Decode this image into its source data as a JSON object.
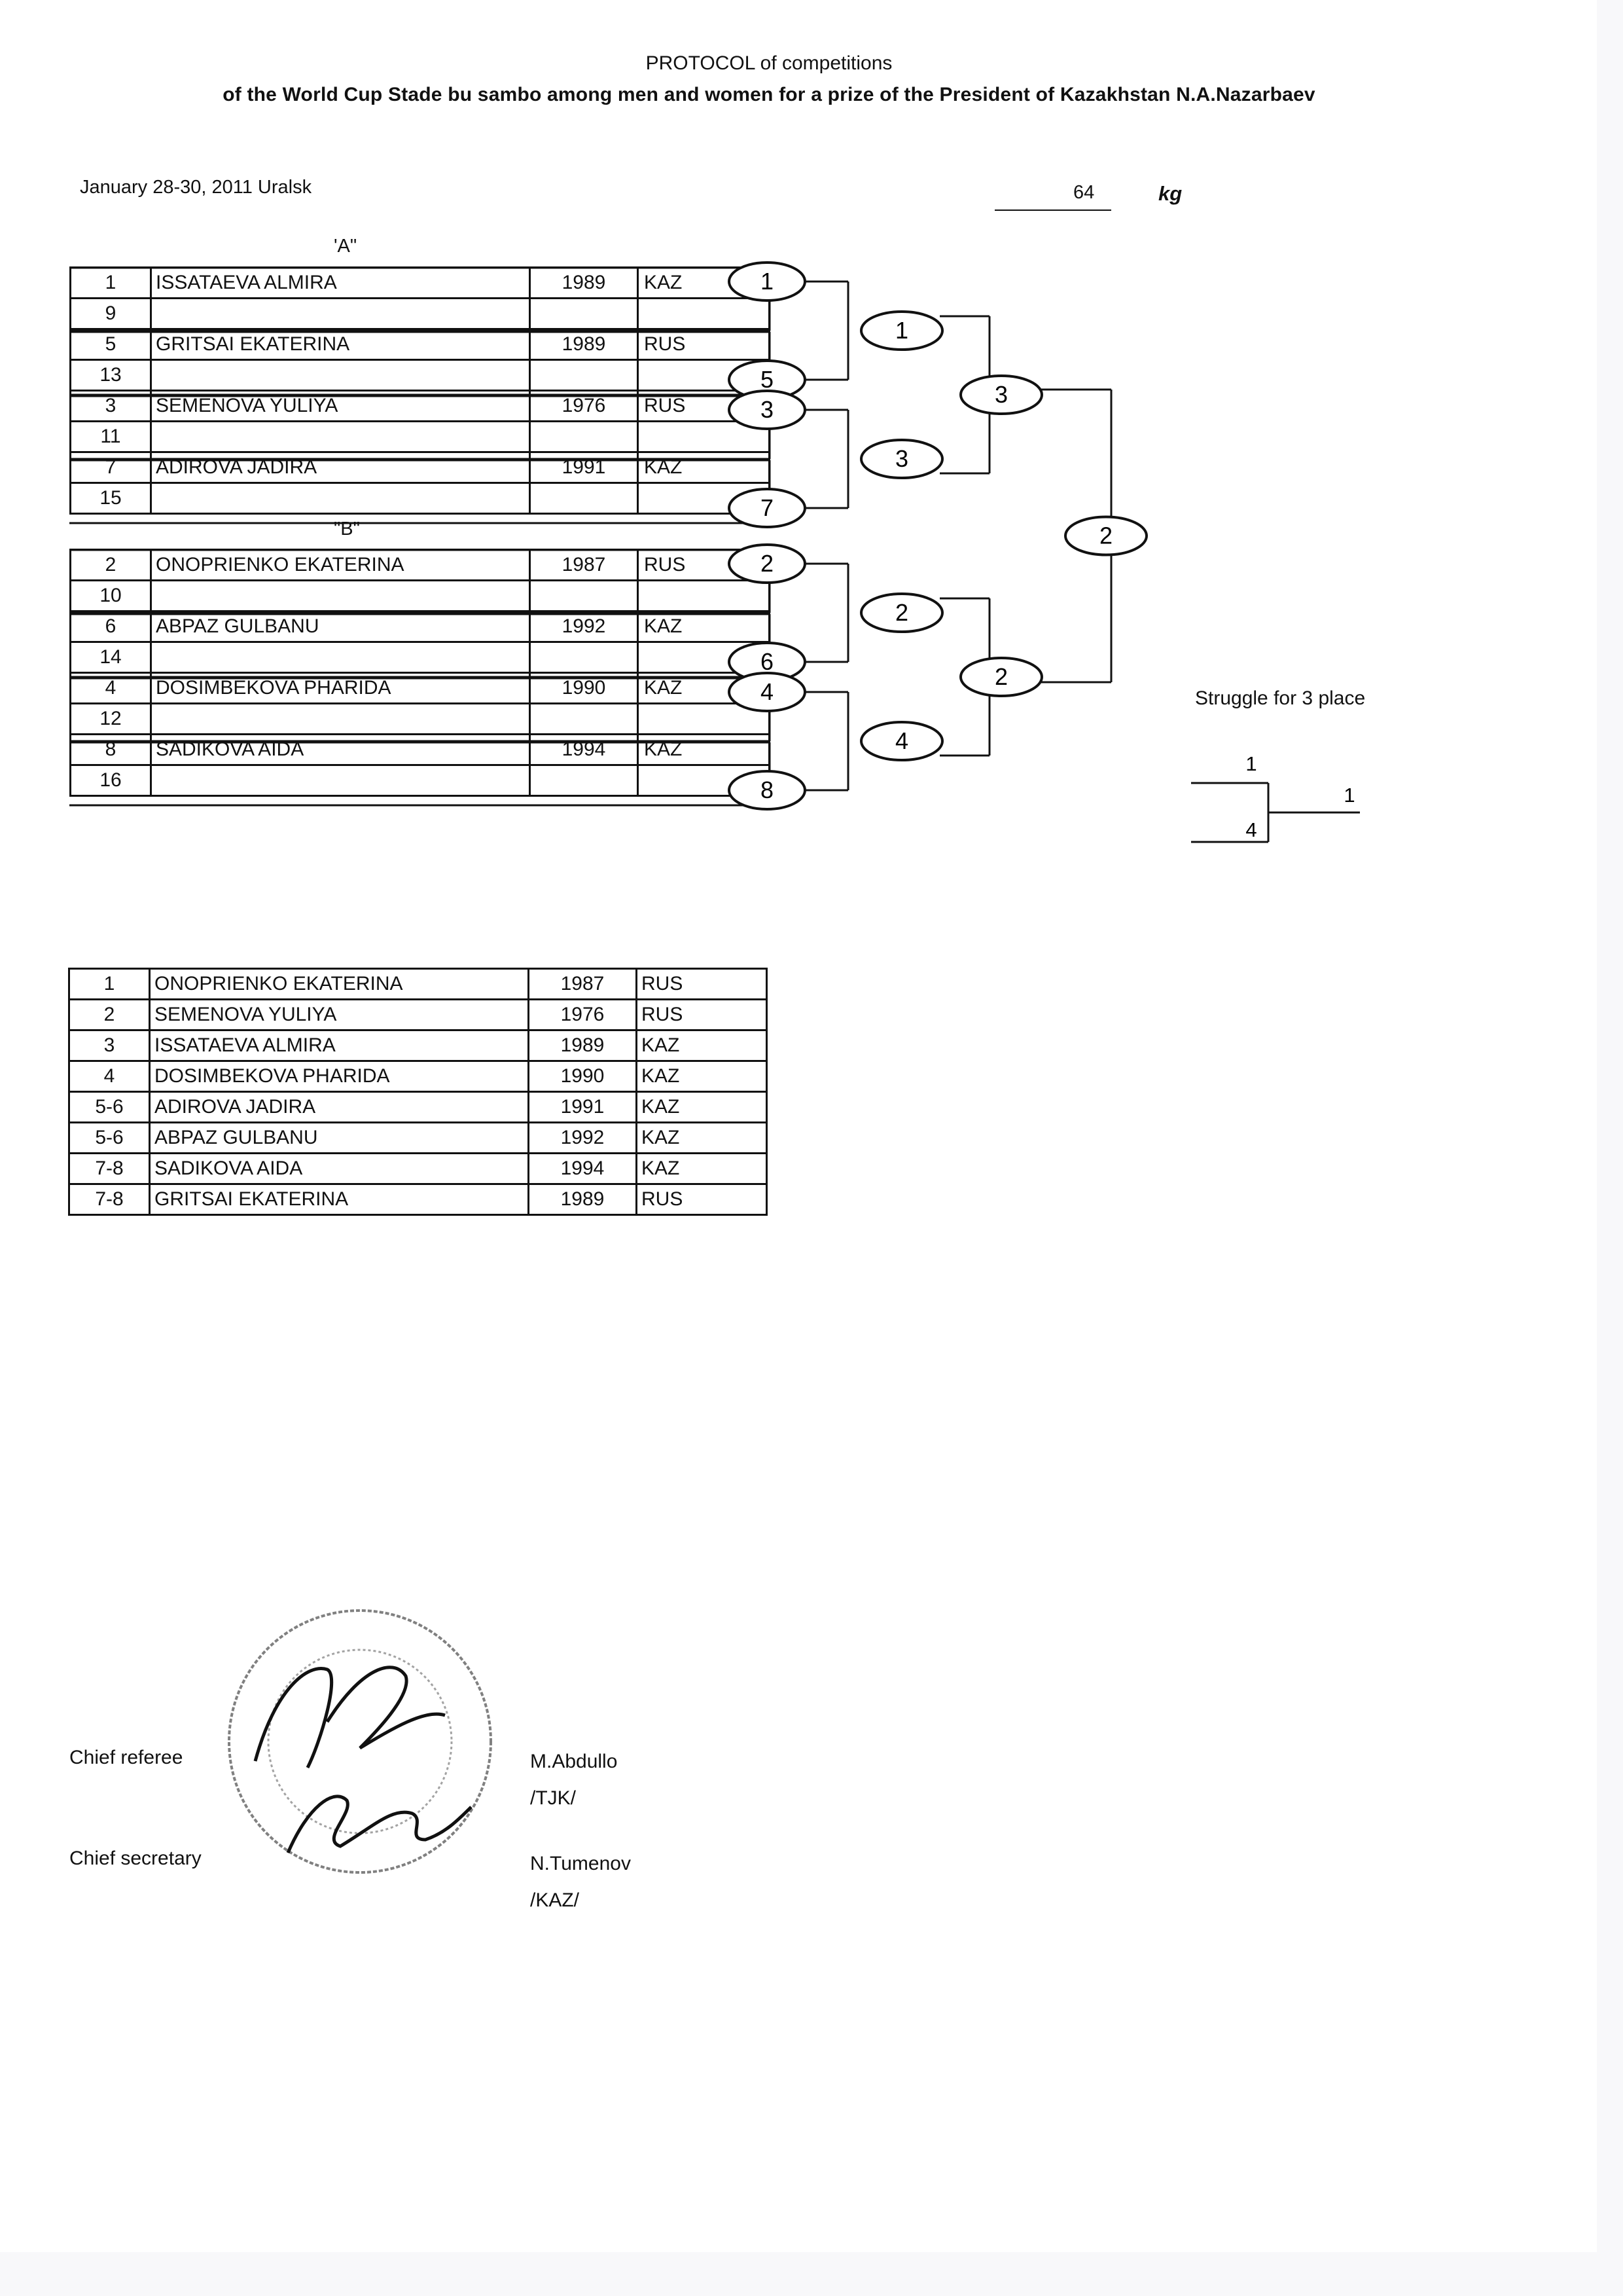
{
  "header": {
    "line1": "PROTOCOL of competitions",
    "line2": "of the World Cup Stade bu sambo among men and women for a  prize of the President of Kazakhstan N.A.Nazarbaev",
    "date_place": "January 28-30, 2011 Uralsk",
    "weight": "64",
    "weight_unit": "kg"
  },
  "groups": [
    {
      "label": "'A\"",
      "rows": [
        {
          "no": "1",
          "name": "ISSATAEVA ALMIRA",
          "year": "1989",
          "country": "KAZ"
        },
        {
          "no": "9",
          "name": "",
          "year": "",
          "country": ""
        },
        {
          "no": "5",
          "name": "GRITSAI EKATERINA",
          "year": "1989",
          "country": "RUS"
        },
        {
          "no": "13",
          "name": "",
          "year": "",
          "country": ""
        },
        {
          "no": "3",
          "name": "SEMENOVA YULIYA",
          "year": "1976",
          "country": "RUS"
        },
        {
          "no": "11",
          "name": "",
          "year": "",
          "country": ""
        },
        {
          "no": "7",
          "name": "ADIROVA JADIRA",
          "year": "1991",
          "country": "KAZ"
        },
        {
          "no": "15",
          "name": "",
          "year": "",
          "country": ""
        }
      ]
    },
    {
      "label": "\"B\"",
      "rows": [
        {
          "no": "2",
          "name": "ONOPRIENKO EKATERINA",
          "year": "1987",
          "country": "RUS"
        },
        {
          "no": "10",
          "name": "",
          "year": "",
          "country": ""
        },
        {
          "no": "6",
          "name": "ABPAZ GULBANU",
          "year": "1992",
          "country": "KAZ"
        },
        {
          "no": "14",
          "name": "",
          "year": "",
          "country": ""
        },
        {
          "no": "4",
          "name": "DOSIMBEKOVA PHARIDA",
          "year": "1990",
          "country": "KAZ"
        },
        {
          "no": "12",
          "name": "",
          "year": "",
          "country": ""
        },
        {
          "no": "8",
          "name": "SADIKOVA AIDA",
          "year": "1994",
          "country": "KAZ"
        },
        {
          "no": "16",
          "name": "",
          "year": "",
          "country": ""
        }
      ]
    }
  ],
  "bracket": {
    "round1": [
      "1",
      "5",
      "3",
      "7",
      "2",
      "6",
      "4",
      "8"
    ],
    "round2": [
      "1",
      "3",
      "2",
      "4"
    ],
    "semifinal": [
      "3",
      "2"
    ],
    "final": "2"
  },
  "third_place": {
    "title": "Struggle for 3 place",
    "top": "1",
    "bottom": "4",
    "winner": "1"
  },
  "results": [
    {
      "place": "1",
      "name": "ONOPRIENKO EKATERINA",
      "year": "1987",
      "country": "RUS"
    },
    {
      "place": "2",
      "name": "SEMENOVA YULIYA",
      "year": "1976",
      "country": "RUS"
    },
    {
      "place": "3",
      "name": "ISSATAEVA ALMIRA",
      "year": "1989",
      "country": "KAZ"
    },
    {
      "place": "4",
      "name": "DOSIMBEKOVA PHARIDA",
      "year": "1990",
      "country": "KAZ"
    },
    {
      "place": "5-6",
      "name": "ADIROVA JADIRA",
      "year": "1991",
      "country": "KAZ"
    },
    {
      "place": "5-6",
      "name": "ABPAZ GULBANU",
      "year": "1992",
      "country": "KAZ"
    },
    {
      "place": "7-8",
      "name": "SADIKOVA AIDA",
      "year": "1994",
      "country": "KAZ"
    },
    {
      "place": "7-8",
      "name": "GRITSAI EKATERINA",
      "year": "1989",
      "country": "RUS"
    }
  ],
  "officials": {
    "referee_label": "Chief referee",
    "referee_name": "M.Abdullo",
    "referee_country": "/TJK/",
    "secretary_label": "Chief secretary",
    "secretary_name": "N.Tumenov",
    "secretary_country": "/KAZ/"
  }
}
